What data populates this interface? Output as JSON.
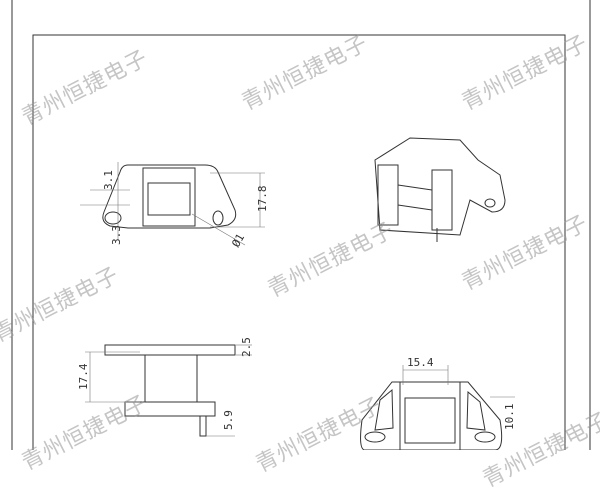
{
  "watermark": "青州恒捷电子",
  "dimensions": {
    "top_view_small": "3.1",
    "top_view_side": "3.3",
    "top_view_height": "17.8",
    "hole_diameter": "Ø1",
    "side_view_height": "17.4",
    "side_flange": "2.5",
    "pin_length": "5.9",
    "bottom_width": "15.4",
    "bottom_height": "10.1"
  }
}
